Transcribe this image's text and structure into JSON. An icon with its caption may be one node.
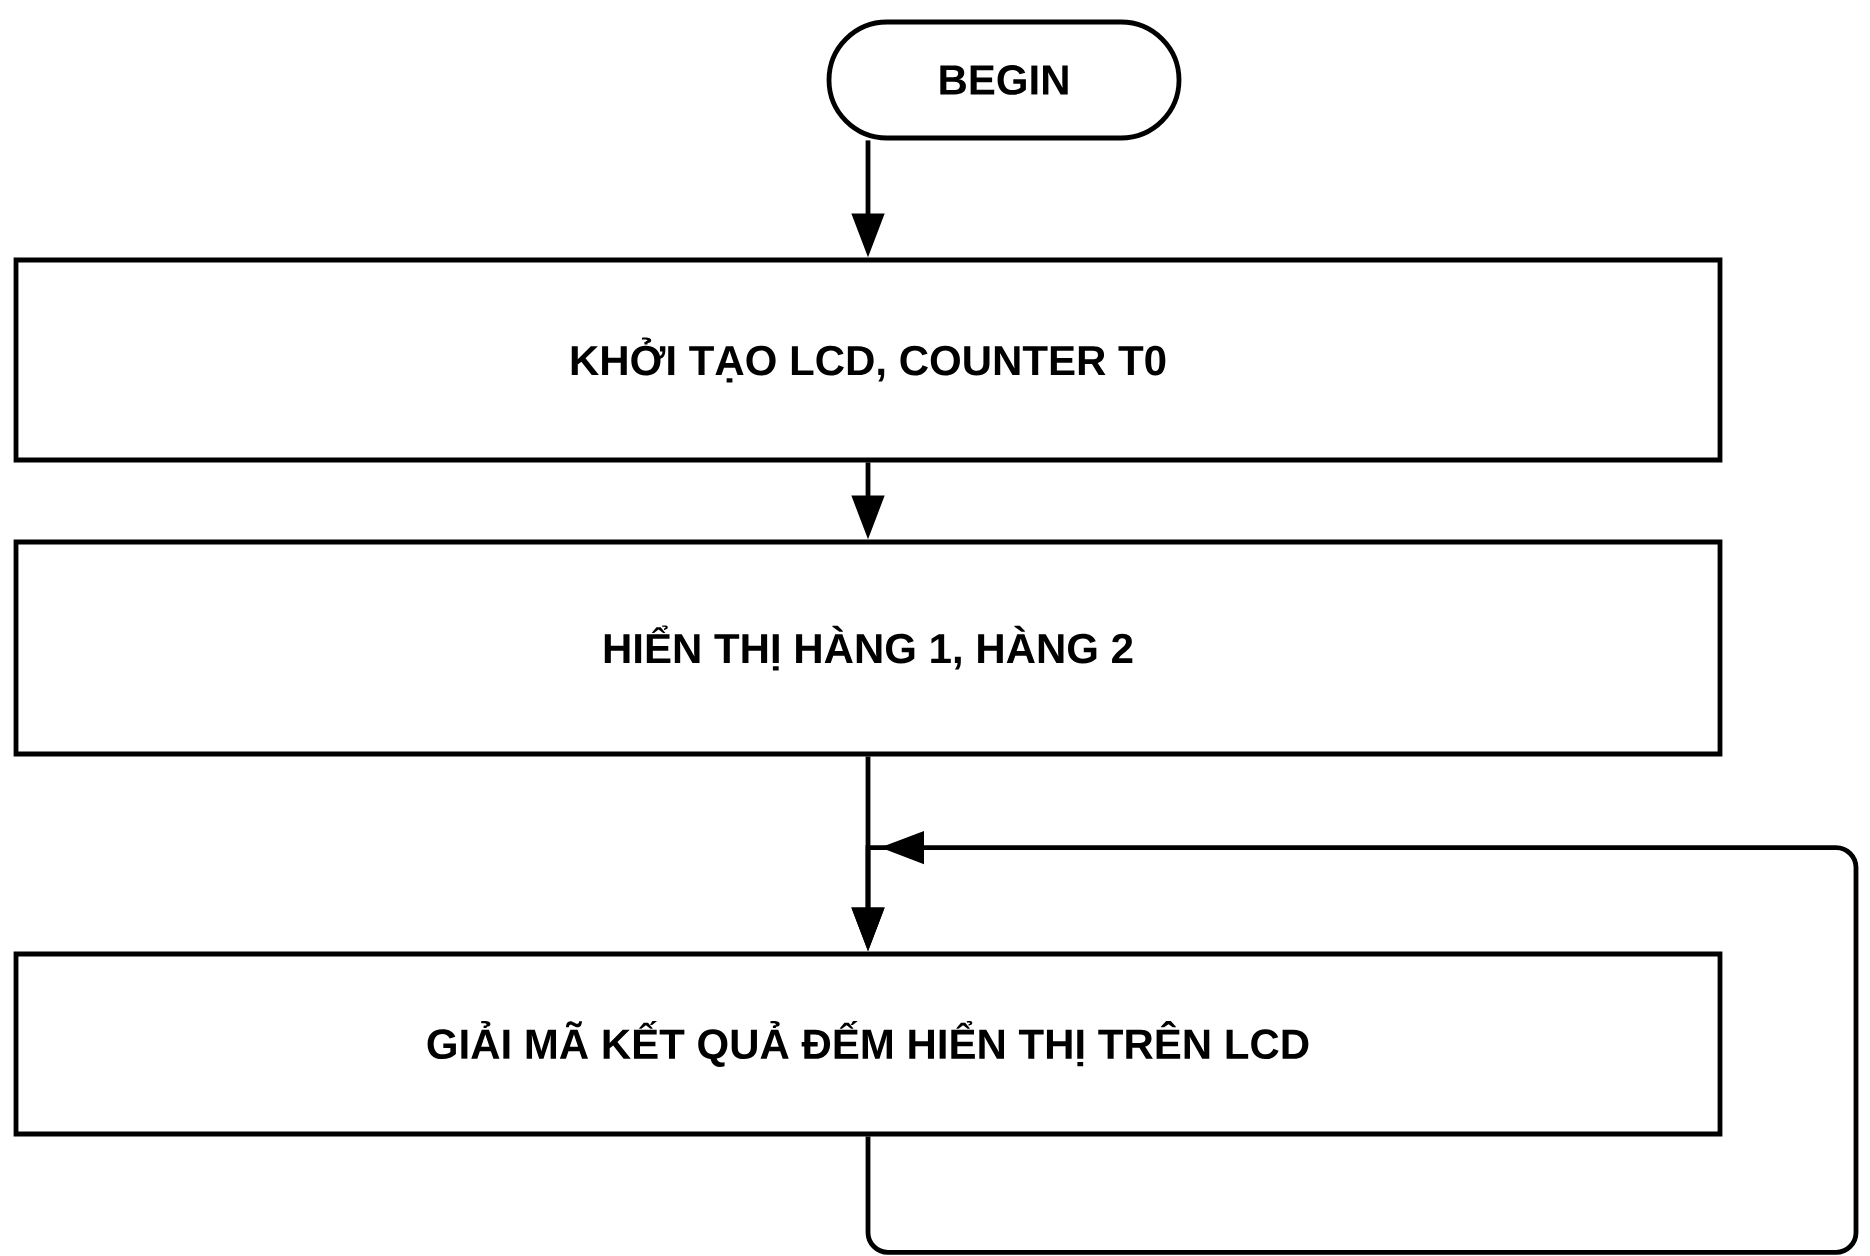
{
  "diagram": {
    "nodes": [
      {
        "text": [
          "BEGIN"
        ]
      },
      {
        "text": [
          "KHỞI TẠO LCD, COUNTER T0"
        ]
      },
      {
        "text": [
          "HIỂN THỊ HÀNG 1, HÀNG 2"
        ]
      },
      {
        "text": [
          "GIẢI MÃ KẾT QUẢ ĐẾM HIỂN THỊ TRÊN LCD"
        ]
      }
    ],
    "edges": [
      {
        "from": 0,
        "to": 1,
        "arrow": "to"
      },
      {
        "from": 1,
        "to": 2,
        "arrow": "to"
      },
      {
        "from": 2,
        "to": 3,
        "arrow": "to"
      },
      {
        "from": 3,
        "to": 3,
        "arrow": "to"
      }
    ]
  }
}
